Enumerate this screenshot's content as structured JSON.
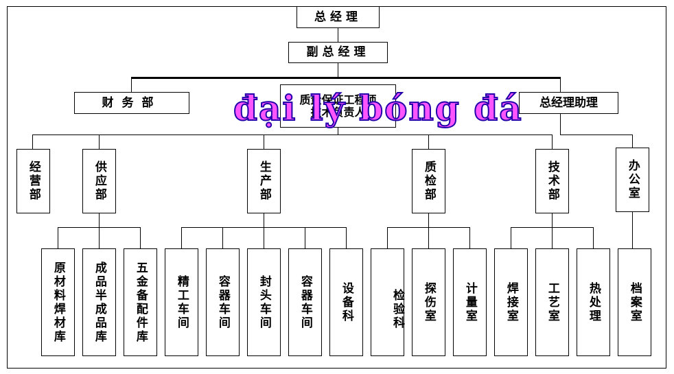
{
  "top": {
    "general_manager": "总经理",
    "deputy_gm": "副总经理"
  },
  "level2": {
    "finance": "财务部",
    "quality_line1": "质量保证工程师",
    "quality_line2": "技术负责人",
    "gm_assistant": "总经理助理"
  },
  "departments": {
    "business": "经营部",
    "supply": "供应部",
    "production": "生产部",
    "qc": "质检部",
    "tech": "技术部",
    "office": "办公室"
  },
  "units": {
    "raw_material": "原材料焊材库",
    "finished_goods": "成品半成品库",
    "hardware": "五金备配件库",
    "finishing": "精工车间",
    "vessel1": "容器车间",
    "head": "封头车间",
    "vessel2": "容器车间",
    "equipment": "设备科",
    "inspection": "检验科",
    "flaw": "探伤室",
    "metrology": "计量室",
    "welding": "焊接室",
    "process": "工艺室",
    "heat": "热处理",
    "archive": "档案室"
  },
  "watermark": "đại lý bóng đá"
}
